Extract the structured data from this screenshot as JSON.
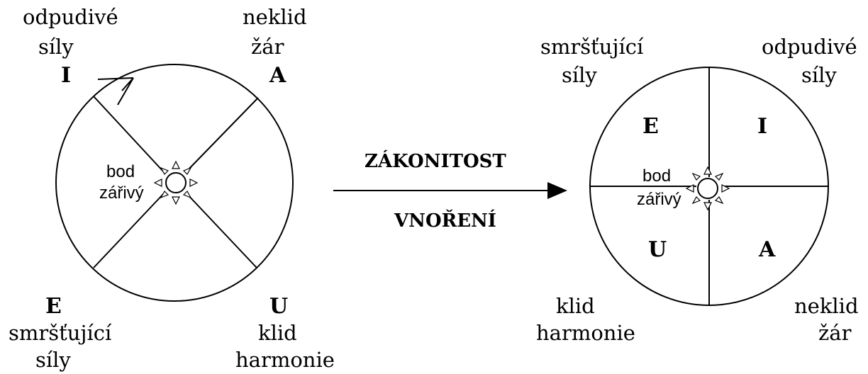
{
  "left": {
    "top_left": {
      "line1": "odpudivé",
      "line2": "síly",
      "letter": "I"
    },
    "top_right": {
      "line1": "neklid",
      "line2": "žár",
      "letter": "A"
    },
    "bottom_left": {
      "letter": "E",
      "line1": "smršťující",
      "line2": "síly"
    },
    "bottom_right": {
      "letter": "U",
      "line1": "klid",
      "line2": "harmonie"
    },
    "center": {
      "line1": "bod",
      "line2": "zářivý"
    }
  },
  "middle": {
    "top": "ZÁKONITOST",
    "bottom": "VNOŘENÍ"
  },
  "right": {
    "top_left": {
      "line1": "smršťující",
      "line2": "síly"
    },
    "top_right": {
      "line1": "odpudivé",
      "line2": "síly"
    },
    "bottom_left": {
      "line1": "klid",
      "line2": "harmonie"
    },
    "bottom_right": {
      "line1": "neklid",
      "line2": "žár"
    },
    "quadrants": {
      "tl": "E",
      "tr": "I",
      "bl": "U",
      "br": "A"
    },
    "center": {
      "line1": "bod",
      "line2": "zářivý"
    }
  }
}
